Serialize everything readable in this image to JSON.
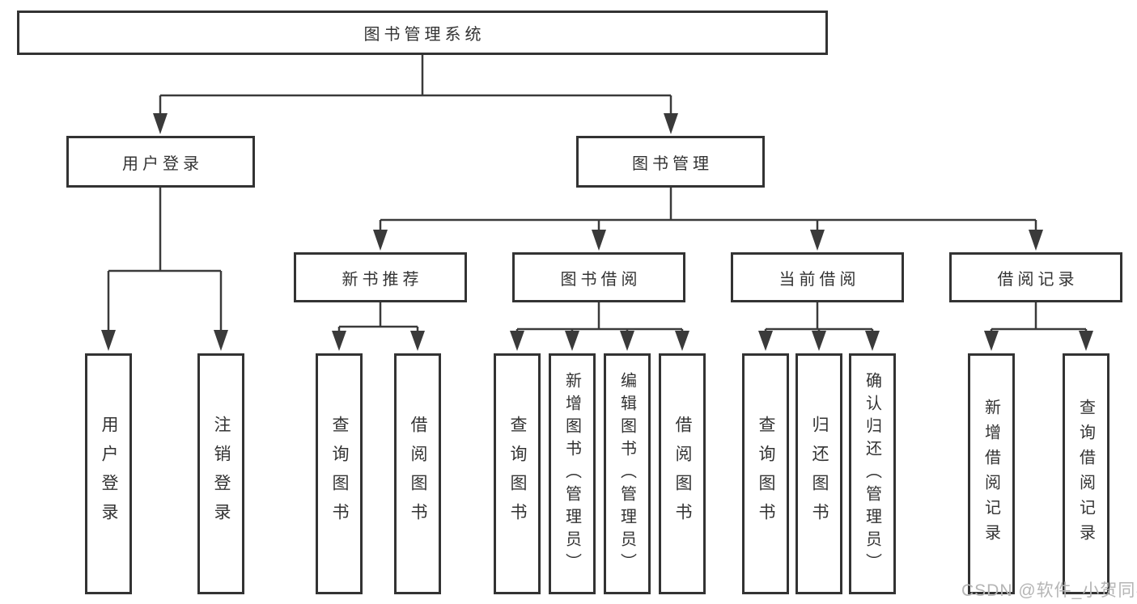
{
  "tree": {
    "label": "图书管理系统",
    "children": [
      {
        "label": "用户登录",
        "children": [
          {
            "label": "用户登录"
          },
          {
            "label": "注销登录"
          }
        ]
      },
      {
        "label": "图书管理",
        "children": [
          {
            "label": "新书推荐",
            "children": [
              {
                "label": "查询图书"
              },
              {
                "label": "借阅图书"
              }
            ]
          },
          {
            "label": "图书借阅",
            "children": [
              {
                "label": "查询图书"
              },
              {
                "label": "新增图书（管理员）"
              },
              {
                "label": "编辑图书（管理员）"
              },
              {
                "label": "借阅图书"
              }
            ]
          },
          {
            "label": "当前借阅",
            "children": [
              {
                "label": "查询图书"
              },
              {
                "label": "归还图书"
              },
              {
                "label": "确认归还（管理员）"
              }
            ]
          },
          {
            "label": "借阅记录",
            "children": [
              {
                "label": "新增借阅记录"
              },
              {
                "label": "查询借阅记录"
              }
            ]
          }
        ]
      }
    ]
  },
  "watermark": {
    "text": "CSDN @软件_小贺同学"
  },
  "colors": {
    "line": "#3a3a3a",
    "box_border": "#333333",
    "text": "#333333",
    "watermark": "#b5b5b5",
    "background": "#ffffff"
  }
}
